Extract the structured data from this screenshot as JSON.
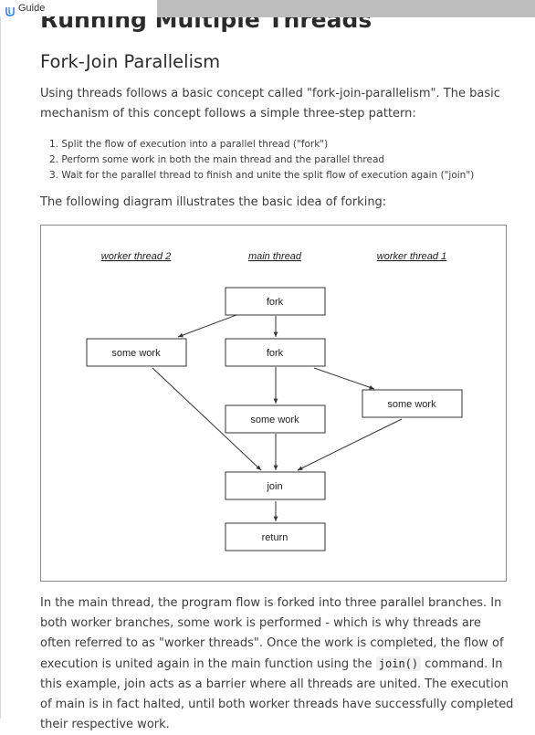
{
  "topbar": {
    "guide_label": "Guide"
  },
  "page_title": "Running Multiple Threads",
  "section_title": "Fork-Join Parallelism",
  "intro": "Using threads follows a basic concept called \"fork-join-parallelism\". The basic mechanism of this concept follows a simple three-step pattern:",
  "steps": [
    "1. Split the flow of execution into a parallel thread (\"fork\")",
    "2. Perform some work in both the main thread and the parallel thread",
    "3. Wait for the parallel thread to finish and unite the split flow of execution again (\"join\")"
  ],
  "diagram_intro": "The following diagram illustrates the basic idea of forking:",
  "diagram": {
    "headers": {
      "worker2": "worker thread 2",
      "main": "main thread",
      "worker1": "worker thread 1"
    },
    "boxes": {
      "fork1": "fork",
      "fork2": "fork",
      "work_w2": "some work",
      "work_main": "some work",
      "work_w1": "some work",
      "join": "join",
      "return": "return"
    }
  },
  "body": {
    "part1": "In the main thread, the program flow is forked into three parallel branches. In both worker branches, some work is performed - which is why threads are often referred to as \"worker threads\". Once the work is completed, the flow of execution is united again in the main function using the ",
    "code": "join()",
    "part2": " command. In this example, join acts as a barrier where all threads are united. The execution of main is in fact halted, until both worker threads have successfully completed their respective work."
  },
  "colors": {
    "accent": "#1a73e8",
    "topbar_gray": "#bdbdbd",
    "text": "#3d3d3d"
  }
}
